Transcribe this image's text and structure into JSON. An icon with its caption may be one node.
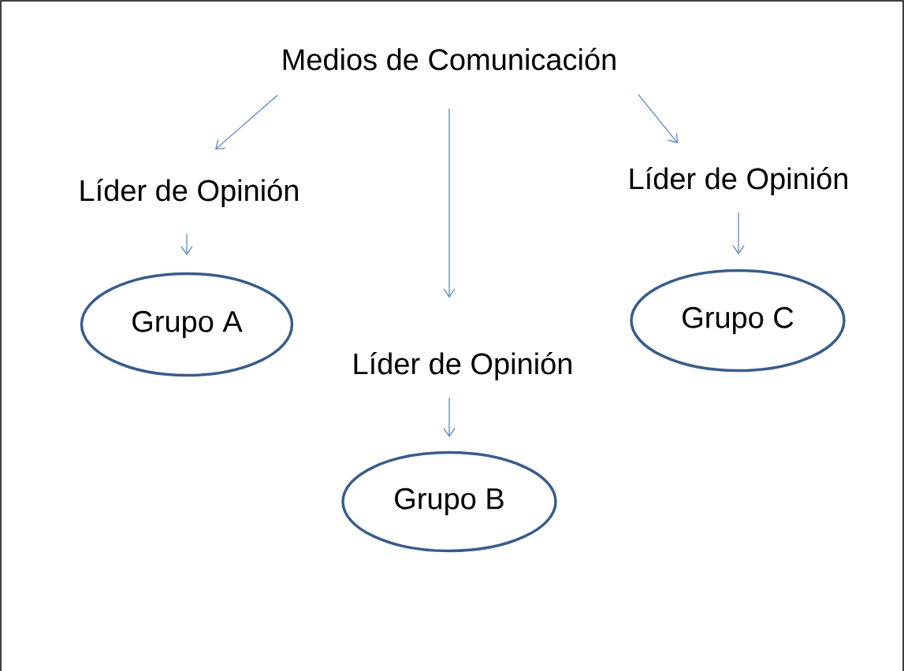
{
  "diagram": {
    "nodes": [
      {
        "text": [
          "Medios de Comunicación"
        ]
      },
      {
        "text": [
          "Líder de Opinión"
        ]
      },
      {
        "text": [
          "Grupo A"
        ]
      },
      {
        "text": [
          "Líder de Opinión"
        ]
      },
      {
        "text": [
          "Grupo C"
        ]
      },
      {
        "text": [
          "Líder de Opinión"
        ]
      },
      {
        "text": [
          "Grupo B"
        ]
      }
    ],
    "edges": [
      {
        "from": 0,
        "to": 1,
        "arrow": "to"
      },
      {
        "from": 0,
        "to": 5,
        "arrow": "to"
      },
      {
        "from": 0,
        "to": 3,
        "arrow": "to"
      },
      {
        "from": 1,
        "to": 2,
        "arrow": "to"
      },
      {
        "from": 3,
        "to": 4,
        "arrow": "to"
      },
      {
        "from": 5,
        "to": 6,
        "arrow": "to"
      }
    ]
  }
}
